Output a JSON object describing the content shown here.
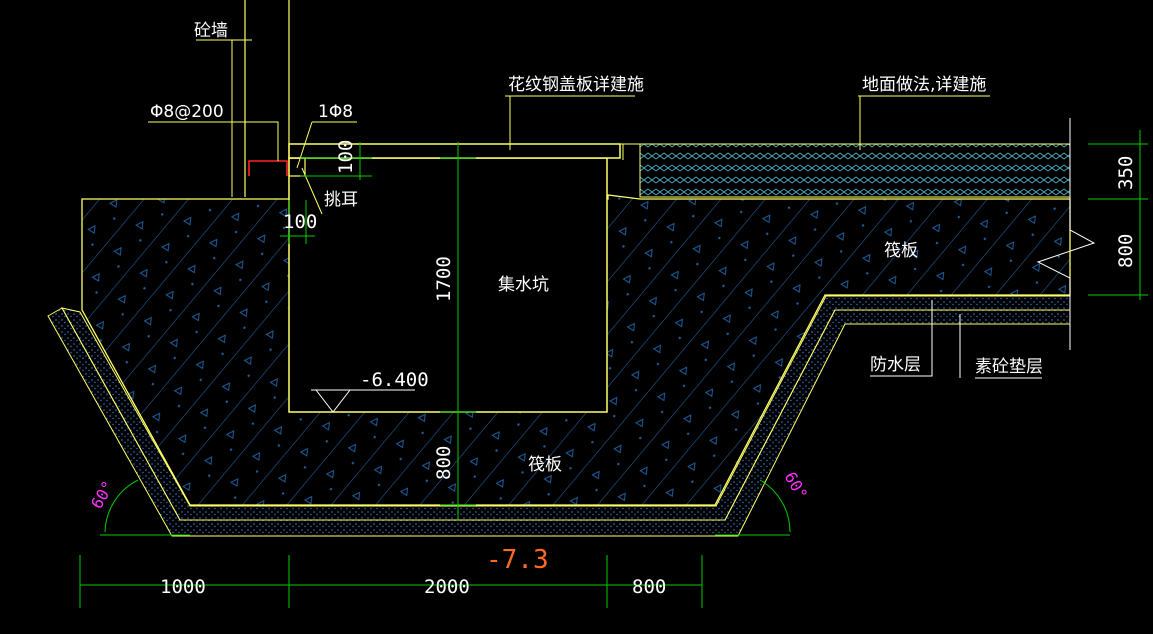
{
  "labels": {
    "concrete_wall": "砼墙",
    "rebar_spacing": "Φ8@200",
    "rebar_single": "1Φ8",
    "lug": "挑耳",
    "cover_plate": "花纹钢盖板详建施",
    "floor_finish": "地面做法,详建施",
    "raft_upper": "筏板",
    "raft_lower": "筏板",
    "sump": "集水坑",
    "waterproof": "防水层",
    "plain_concrete_cushion": "素砼垫层"
  },
  "dims": {
    "lug_height": "100",
    "lug_width": "100",
    "pit_depth": "1700",
    "slab_below_pit": "800",
    "floor_thickness": "350",
    "raft_thickness": "800",
    "bottom_left": "1000",
    "bottom_mid": "2000",
    "bottom_right": "800"
  },
  "levels": {
    "pit_bottom": "-6.400",
    "raft_bottom": "-7.3"
  },
  "angles": {
    "left": "60°",
    "right": "60°"
  },
  "colors": {
    "background": "#000000",
    "concrete_outline": "#ffff66",
    "hatch": "#1f5f9e",
    "dimension": "#00cc00",
    "text": "#ffffff",
    "rebar": "#ff2222",
    "angle": "#ff33ff",
    "level_highlight": "#ff6a1f",
    "floor_finish": "#4aa3b8"
  }
}
